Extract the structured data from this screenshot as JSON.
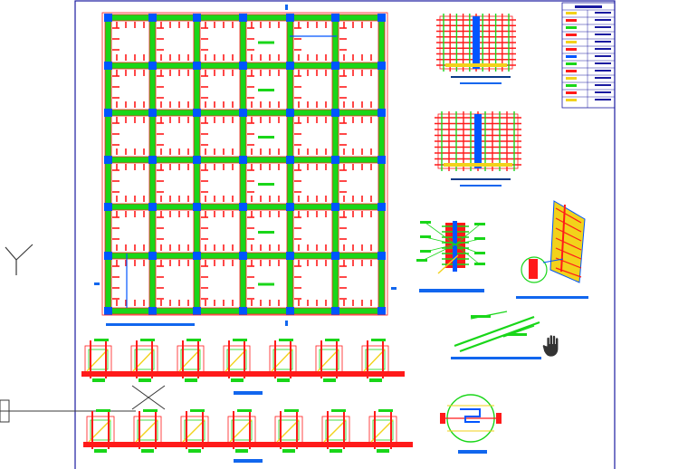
{
  "app": {
    "mode": "cad-drawing-viewer"
  },
  "colors": {
    "background": "#ffffff",
    "sheet_border": "#1a1aa0",
    "rebar_red": "#ff1a1a",
    "stirrup_green": "#19d619",
    "column_blue": "#0055ff",
    "dimension_yellow": "#f2d21b",
    "title_bar_blue": "#1166ee",
    "ucs_icon": "#3a3a3a",
    "cursor": "#333333"
  },
  "sheet": {
    "floor_plan": {
      "grid_columns": 6,
      "grid_rows": 6
    },
    "legend_rows": 13
  },
  "icons": {
    "ucs": "ucs-y-axis-icon",
    "cursor": "pan-hand-icon"
  }
}
